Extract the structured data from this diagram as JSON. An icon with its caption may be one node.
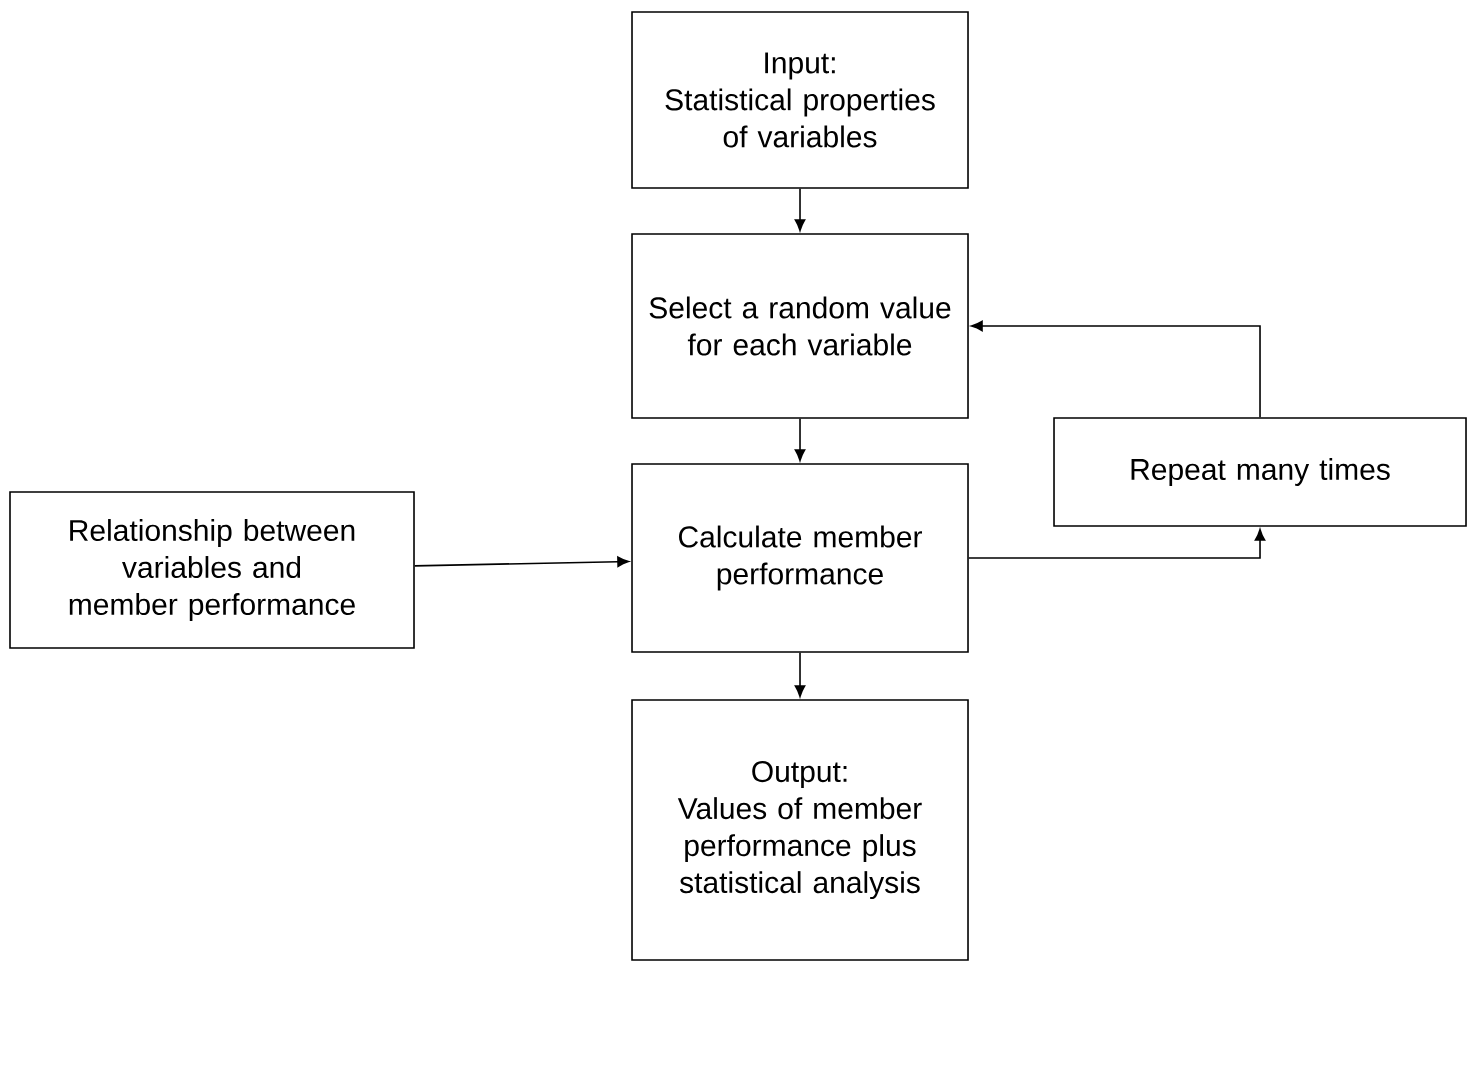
{
  "diagram": {
    "nodes": [
      {
        "text": [
          "Input:",
          "Statistical properties of variables"
        ]
      },
      {
        "text": [
          "Select a random value for each variable"
        ]
      },
      {
        "text": [
          "Calculate member performance"
        ]
      },
      {
        "text": [
          "Relationship between variables and member performance"
        ]
      },
      {
        "text": [
          "Repeat many times"
        ]
      },
      {
        "text": [
          "Output:",
          "Values of member performance plus statistical analysis"
        ]
      }
    ],
    "edges": [
      {
        "from": 0,
        "to": 1,
        "arrow": "to"
      },
      {
        "from": 1,
        "to": 2,
        "arrow": "to"
      },
      {
        "from": 2,
        "to": 5,
        "arrow": "to"
      },
      {
        "from": 3,
        "to": 2,
        "arrow": "to"
      },
      {
        "from": 2,
        "to": 4,
        "arrow": "to"
      },
      {
        "from": 4,
        "to": 1,
        "arrow": "to"
      }
    ]
  }
}
